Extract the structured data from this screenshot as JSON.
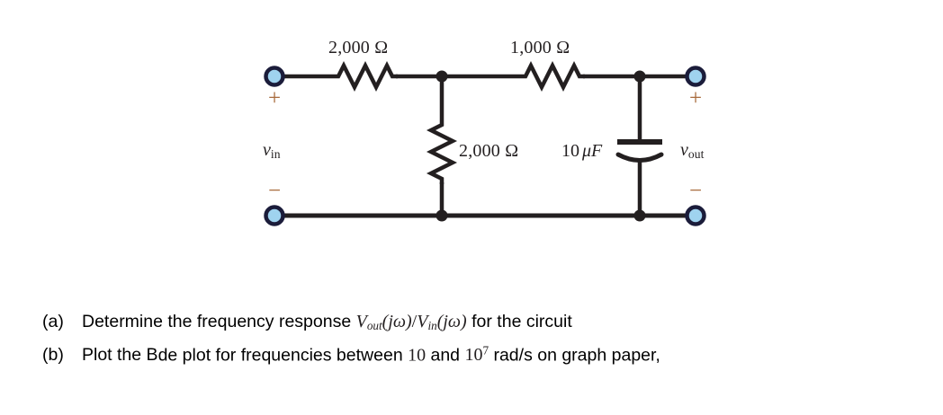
{
  "figure": {
    "name": "rc-ladder-circuit",
    "colors": {
      "wire": "#231f20",
      "terminal_fill": "#9fd3ef",
      "terminal_stroke": "#1b1c3a",
      "sign": "#a86b3c",
      "label_text": "#231f20"
    },
    "components": [
      {
        "id": "r1",
        "type": "resistor-horizontal",
        "label": "2,000 Ω"
      },
      {
        "id": "r2",
        "type": "resistor-horizontal",
        "label": "1,000 Ω"
      },
      {
        "id": "r3",
        "type": "resistor-vertical",
        "label": "2,000 Ω"
      },
      {
        "id": "c1",
        "type": "capacitor-polarized",
        "label_value": "10",
        "label_unit": "μF"
      }
    ],
    "labels": {
      "r1_value": "2,000 Ω",
      "r2_value": "1,000 Ω",
      "r3_value": "2,000 Ω",
      "c1_value": "10",
      "c1_unit": "μF",
      "vin_symbol": "v",
      "vin_sub": "in",
      "vout_symbol": "v",
      "vout_sub": "out",
      "plus": "+",
      "minus": "−"
    }
  },
  "questions": [
    {
      "tag": "(a)",
      "text_1": "Determine the frequency response ",
      "math": {
        "vout": "V",
        "vout_sub": "out",
        "arg1": "(jω)",
        "slash": "/",
        "vin": "V",
        "vin_sub": "in",
        "arg2": "(jω)"
      },
      "text_2": " for the circuit"
    },
    {
      "tag": "(b)",
      "text_1": "Plot the B",
      "text_1b": "de plot for frequencies between ",
      "math": {
        "low": "10",
        "and": " and ",
        "base": "10",
        "exp": "7"
      },
      "text_2": "  rad/s on graph paper,"
    }
  ]
}
